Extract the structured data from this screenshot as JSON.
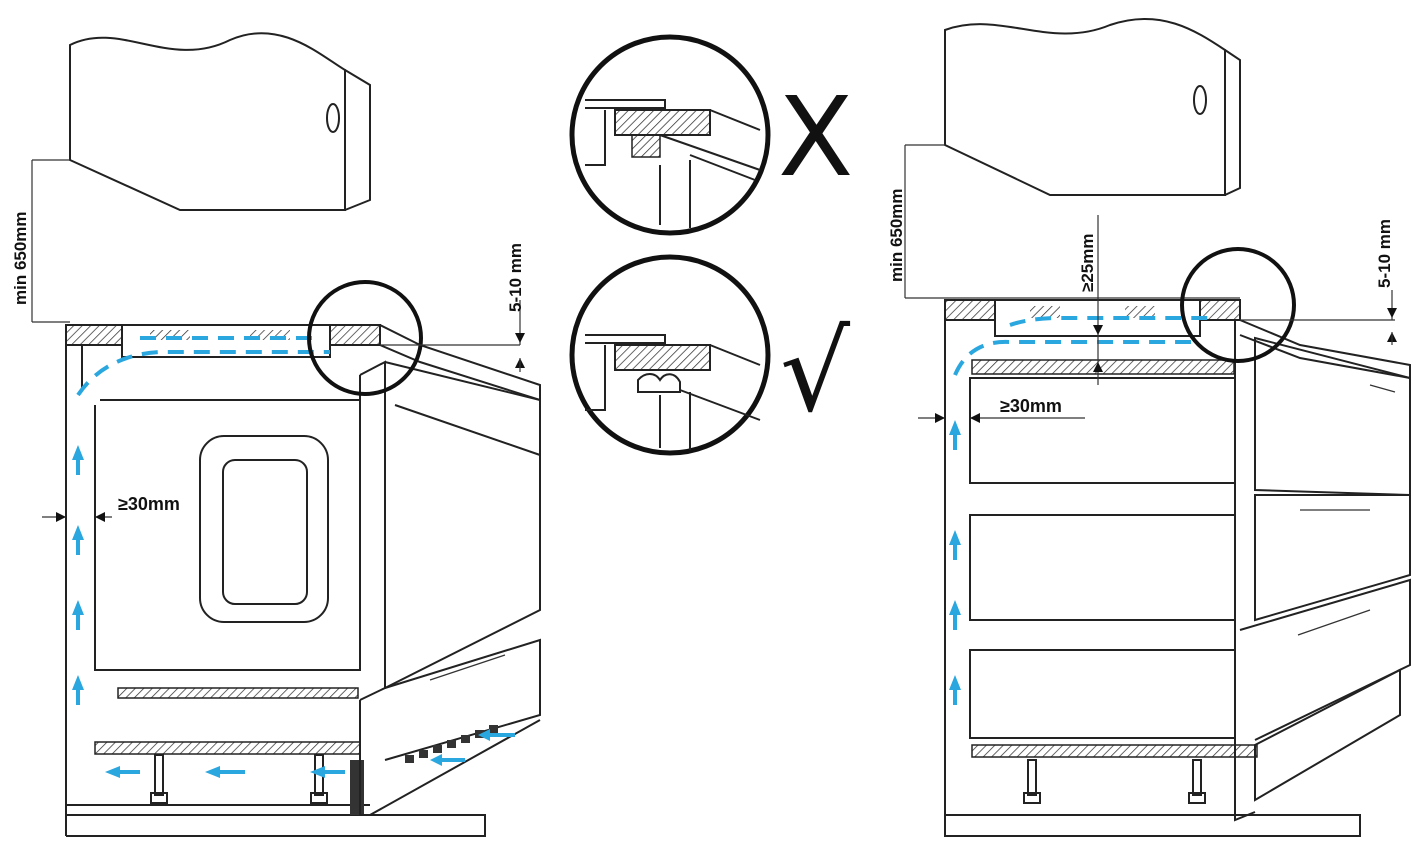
{
  "left_panel": {
    "height_label": "min 650mm",
    "gap_top_label": "5-10 mm",
    "side_gap_label": "≥30mm"
  },
  "right_panel": {
    "height_label": "min 650mm",
    "top_gap_label": "≥25mm",
    "gap_top_label": "5-10 mm",
    "side_gap_label": "≥30mm"
  },
  "detail_wrong": {
    "mark": "X"
  },
  "detail_right": {
    "mark": "√"
  },
  "colors": {
    "airflow": "#2aa7df",
    "line": "#222222",
    "background": "#ffffff"
  }
}
